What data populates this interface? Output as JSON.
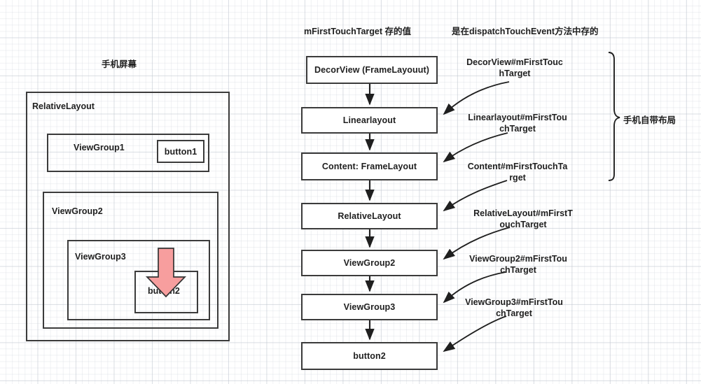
{
  "left_panel": {
    "screen_caption": "手机屏幕",
    "root": {
      "label": "RelativeLayout"
    },
    "viewgroup1": {
      "label": "ViewGroup1"
    },
    "button1": {
      "label": "button1"
    },
    "viewgroup2": {
      "label": "ViewGroup2"
    },
    "viewgroup3": {
      "label": "ViewGroup3"
    },
    "button2": {
      "label": "button2"
    },
    "touch_arrow": {
      "name": "down-arrow-icon",
      "color": "#F79E9E",
      "outline": "#333333"
    }
  },
  "right_panel": {
    "heading_left": "mFirstTouchTarget 存的值",
    "heading_right": "是在dispatchTouchEvent方法中存的",
    "brace_label": "手机自带布局",
    "nodes": [
      {
        "label": "DecorView (FrameLayouut)"
      },
      {
        "label": "Linearlayout"
      },
      {
        "label": "Content:  FrameLayout"
      },
      {
        "label": "RelativeLayout"
      },
      {
        "label": "ViewGroup2"
      },
      {
        "label": "ViewGroup3"
      },
      {
        "label": "button2"
      }
    ],
    "annotations": [
      {
        "line1": "DecorView#mFirstTouc",
        "line2": "hTarget"
      },
      {
        "line1": "Linearlayout#mFirstTou",
        "line2": "chTarget"
      },
      {
        "line1": "Content#mFirstTouchTa",
        "line2": "rget"
      },
      {
        "line1": "RelativeLayout#mFirstT",
        "line2": "ouchTarget"
      },
      {
        "line1": "ViewGroup2#mFirstTou",
        "line2": "chTarget"
      },
      {
        "line1": "ViewGroup3#mFirstTou",
        "line2": "chTarget"
      }
    ]
  },
  "colors": {
    "box_border": "#3b3b3b",
    "text": "#1f1f1f",
    "arrow": "#1f1f1f",
    "highlight_arrow_fill": "#F79E9E",
    "grid": "#bec4cd"
  }
}
